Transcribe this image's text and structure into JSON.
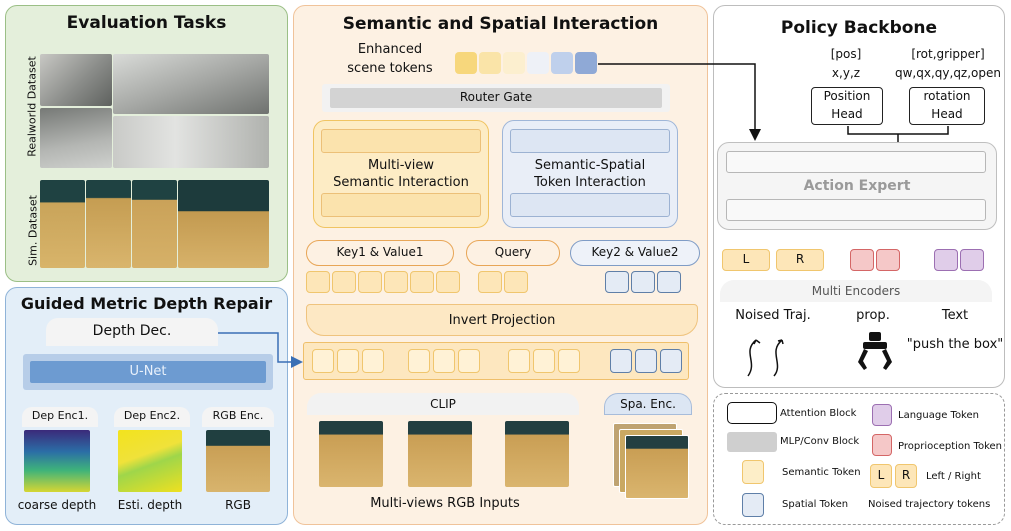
{
  "left": {
    "eval_title": "Evaluation Tasks",
    "realworld_label": "Realworld Dataset",
    "sim_label": "Sim. Dataset",
    "depth_title": "Guided Metric Depth Repair",
    "depth_dec": "Depth Dec.",
    "unet": "U-Net",
    "dep_enc1": "Dep Enc1.",
    "dep_enc2": "Dep Enc2.",
    "rgb_enc": "RGB Enc.",
    "coarse_depth": "coarse depth",
    "esti_depth": "Esti. depth",
    "rgb": "RGB"
  },
  "middle": {
    "title": "Semantic and Spatial Interaction",
    "enhanced": "Enhanced",
    "scene_tokens": "scene tokens",
    "router_gate": "Router Gate",
    "mv_line1": "Multi-view",
    "mv_line2": "Semantic Interaction",
    "ss_line1": "Semantic-Spatial",
    "ss_line2": "Token Interaction",
    "key1": "Key1 & Value1",
    "query": "Query",
    "key2": "Key2 & Value2",
    "invert": "Invert Projection",
    "clip": "CLIP",
    "spa_enc": "Spa. Enc.",
    "inputs": "Multi-views RGB Inputs"
  },
  "right": {
    "title": "Policy Backbone",
    "pos1": "[pos]",
    "pos2": "x,y,z",
    "rot1": "[rot,gripper]",
    "rot2": "qw,qx,qy,qz,open",
    "position_head1": "Position",
    "position_head2": "Head",
    "rotation_head1": "rotation",
    "rotation_head2": "Head",
    "action_expert": "Action Expert",
    "token_l": "L",
    "token_r": "R",
    "multi_encoders": "Multi Encoders",
    "noised_traj": "Noised Traj.",
    "prop": "prop.",
    "text": "Text",
    "push": "\"push the box\""
  },
  "legend": {
    "attention": "Attention Block",
    "mlp": "MLP/Conv Block",
    "semantic": "Semantic Token",
    "spatial": "Spatial Token",
    "language": "Language Token",
    "proprio": "Proprioception Token",
    "l": "L",
    "r": "R",
    "left_right": "Left / Right",
    "noised": "Noised trajectory tokens"
  },
  "colors": {
    "eval_bg": "#e4efdb",
    "depth_bg": "#e3eef8",
    "middle_bg": "#fdf1e3",
    "semantic": "#fde6b8",
    "spatial": "#e4ebf5",
    "language": "#e0cde9",
    "proprio": "#f5c8c8"
  }
}
